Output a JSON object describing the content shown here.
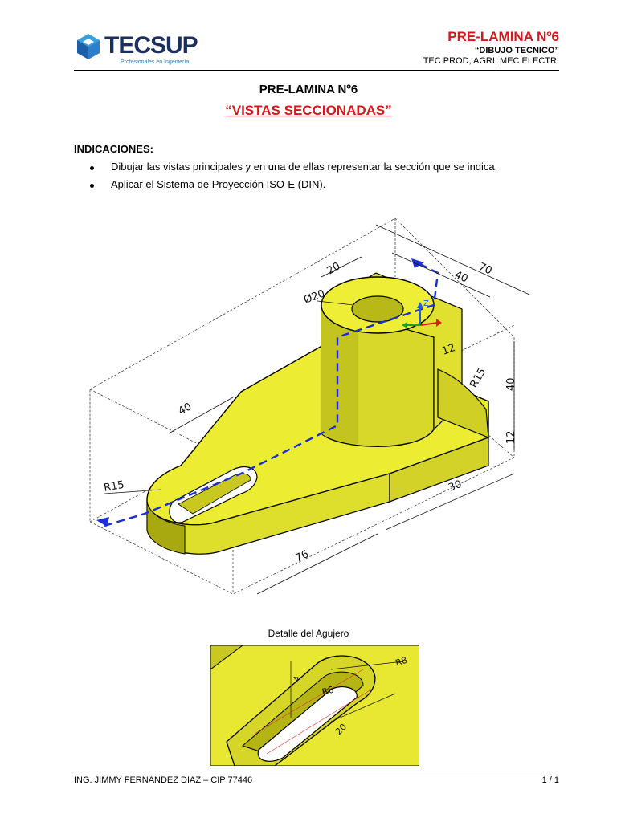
{
  "header": {
    "logo_text": "TECSUP",
    "logo_tagline": "Profesionales en Ingeniería",
    "title": "PRE-LAMINA Nº6",
    "subtitle": "“DIBUJO TECNICO”",
    "programs": "TEC PROD, AGRI, MEC ELECTR."
  },
  "document": {
    "title": "PRE-LAMINA Nº6",
    "section_title": "“VISTAS SECCIONADAS”",
    "instructions_heading": "INDICACIONES:",
    "instructions": [
      "Dibujar las vistas principales y en una de ellas representar la sección que se indica.",
      "Aplicar el Sistema de Proyección ISO-E (DIN)."
    ]
  },
  "drawing": {
    "dimensions": [
      "70",
      "40",
      "20",
      "Ø20",
      "Z",
      "12",
      "R15",
      "40",
      "12",
      "40",
      "R15",
      "30",
      "76"
    ],
    "colors": {
      "part": "#eef03a",
      "section_line": "#1a2fd6",
      "outline": "#000000"
    }
  },
  "detail": {
    "caption": "Detalle del Agujero",
    "dimensions": [
      "R8",
      "R6",
      "4",
      "20"
    ]
  },
  "footer": {
    "author": "ING. JIMMY FERNANDEZ DIAZ – CIP 77446",
    "page": "1 / 1"
  }
}
